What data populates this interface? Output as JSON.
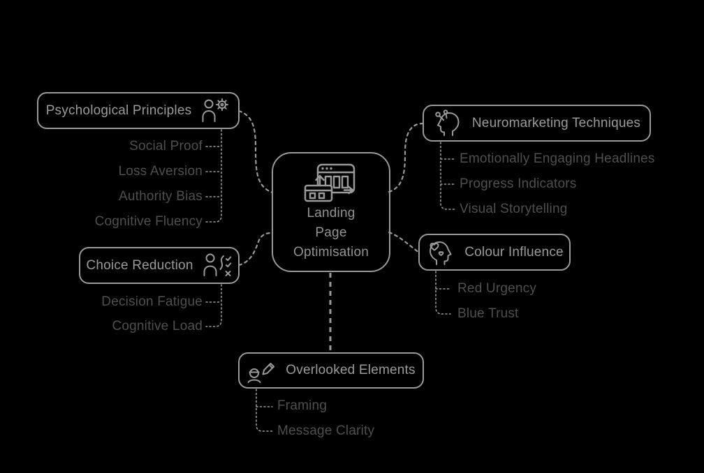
{
  "colors": {
    "background": "#000000",
    "node_border": "#9a9a9a",
    "node_text": "#9b9b9b",
    "center_text": "#929292",
    "leaf_text": "#4f4f4f",
    "connector": "#9a9a9a"
  },
  "center": {
    "icon": "browser-optimisation-icon",
    "lines": [
      "Landing",
      "Page",
      "Optimisation"
    ]
  },
  "branches": [
    {
      "label": "Psychological Principles",
      "icon": "person-gear-icon",
      "items": [
        "Social Proof",
        "Loss Aversion",
        "Authority Bias",
        "Cognitive Fluency"
      ]
    },
    {
      "label": "Choice Reduction",
      "icon": "person-checklist-icon",
      "items": [
        "Decision Fatigue",
        "Cognitive Load"
      ]
    },
    {
      "label": "Neuromarketing Techniques",
      "icon": "head-sparks-icon",
      "items": [
        "Emotionally Engaging Headlines",
        "Progress Indicators",
        "Visual Storytelling"
      ]
    },
    {
      "label": "Colour Influence",
      "icon": "head-hearts-icon",
      "items": [
        "Red Urgency",
        "Blue Trust"
      ]
    },
    {
      "label": "Overlooked Elements",
      "icon": "person-pencil-icon",
      "items": [
        "Framing",
        "Message Clarity"
      ]
    }
  ]
}
